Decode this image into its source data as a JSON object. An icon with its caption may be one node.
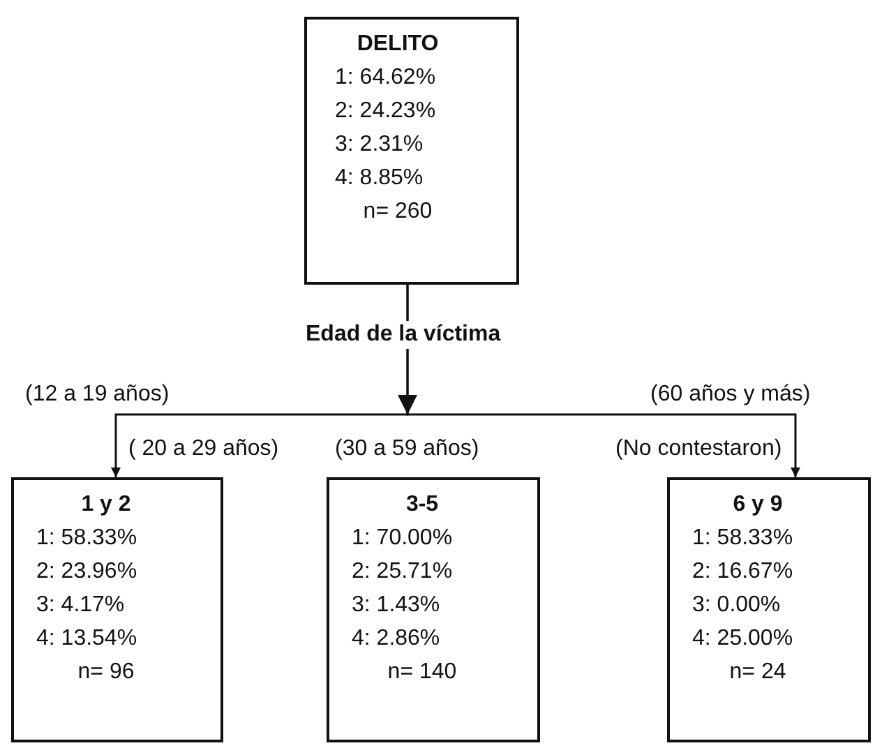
{
  "diagram": {
    "nodes": [
      {
        "text": [
          "DELITO",
          "1: 64.62%",
          "2: 24.23%",
          "3: 2.31%",
          "4: 8.85%",
          "n= 260"
        ]
      },
      {
        "text": [
          "1 y 2",
          "1: 58.33%",
          "2: 23.96%",
          "3: 4.17%",
          "4: 13.54%",
          "n= 96"
        ],
        "beside": [
          "(12 a 19 años)",
          "( 20 a 29 años)"
        ]
      },
      {
        "text": [
          "3-5",
          "1: 70.00%",
          "2: 25.71%",
          "3: 1.43%",
          "4: 2.86%",
          "n= 140"
        ],
        "beside": [
          "(30 a 59 años)"
        ]
      },
      {
        "text": [
          "6 y 9",
          "1: 58.33%",
          "2: 16.67%",
          "3: 0.00%",
          "4: 25.00%",
          "n= 24"
        ],
        "beside": [
          "(60 años y más)",
          "(No contestaron)"
        ]
      }
    ],
    "edges": [
      {
        "from": 0,
        "to": 1,
        "arrow": "to"
      },
      {
        "from": 0,
        "to": 3,
        "arrow": "to"
      }
    ],
    "labels": [
      "Edad de la víctima"
    ]
  }
}
